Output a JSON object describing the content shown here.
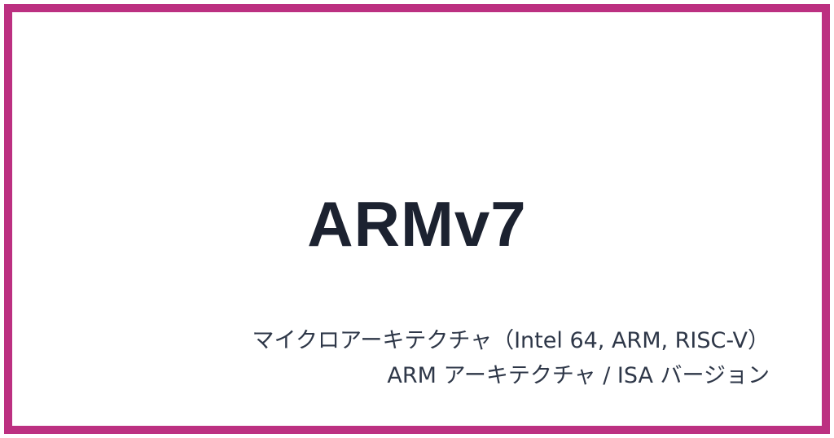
{
  "frame": {
    "border_color": "#bc3081",
    "background": "#ffffff"
  },
  "title": "ARMv7",
  "subtitle": {
    "line1": "マイクロアーキテクチャ（Intel 64, ARM, RISC-V）",
    "line2": "ARM アーキテクチャ / ISA バージョン"
  },
  "colors": {
    "title_text": "#1c2230",
    "subtitle_text": "#2e3748"
  }
}
